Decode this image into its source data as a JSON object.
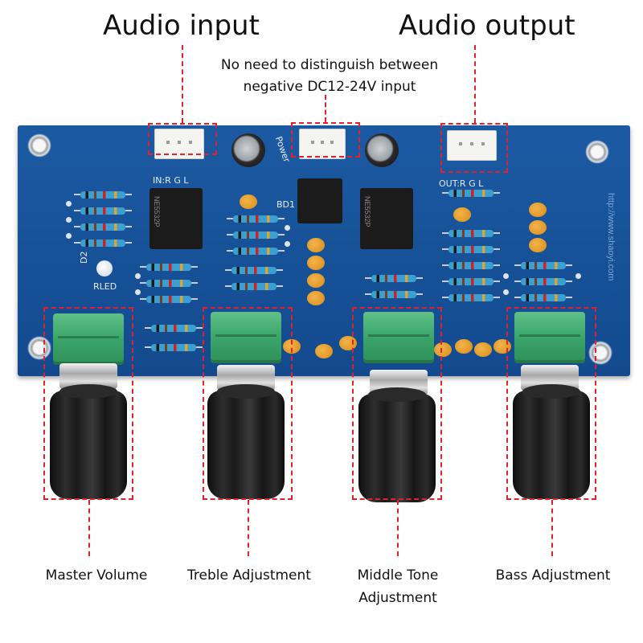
{
  "header": {
    "audio_input": "Audio input",
    "audio_output": "Audio output",
    "note_line1": "No need to distinguish between",
    "note_line2": "negative DC12-24V input"
  },
  "board": {
    "in_label": "IN:R  G  L",
    "out_label": "OUT:R  G  L",
    "power_label": "Power",
    "bd1_label": "BD1",
    "d2_label": "D2",
    "rled_label": "RLED",
    "url_label": "http://www.shaoyi.com",
    "chip_text": "NE5532P"
  },
  "controls": {
    "master_volume": "Master Volume",
    "treble": "Treble Adjustment",
    "middle_line1": "Middle Tone",
    "middle_line2": "Adjustment",
    "bass": "Bass Adjustment"
  },
  "colors": {
    "pcb": "#1b5aa3",
    "callout": "#e4202a",
    "potentiometer": "#3aa56a",
    "knob": "#1a1a1a"
  }
}
